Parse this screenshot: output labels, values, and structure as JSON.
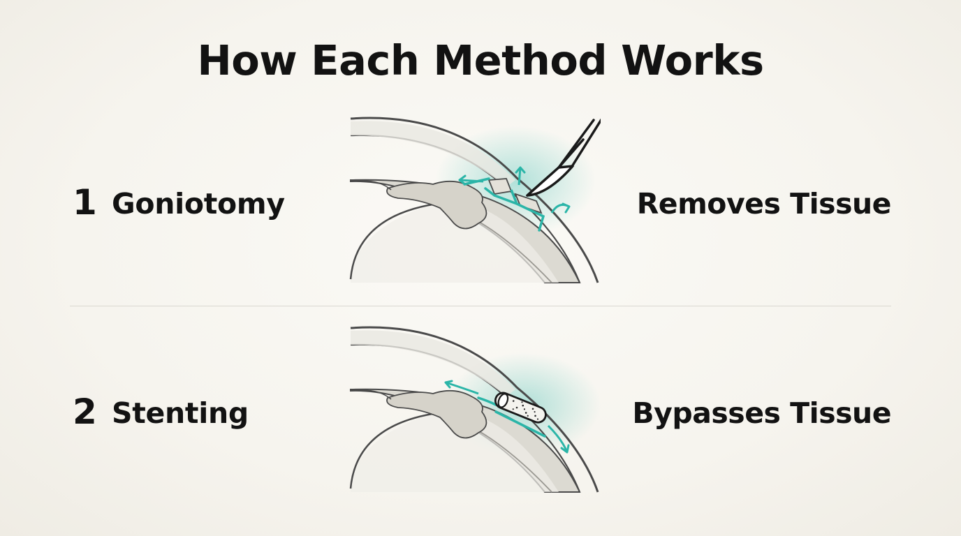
{
  "title": "How Each Method Works",
  "steps": [
    {
      "number": "1",
      "label": "Goniotomy",
      "effect": "Removes Tissue",
      "icon": "scalpel-icon"
    },
    {
      "number": "2",
      "label": "Stenting",
      "effect": "Bypasses Tissue",
      "icon": "stent-icon"
    }
  ],
  "colors": {
    "accent": "#2bb5a8",
    "outline": "#4a4a4a",
    "tissue": "#dcdad2",
    "background": "#f7f5f0"
  }
}
